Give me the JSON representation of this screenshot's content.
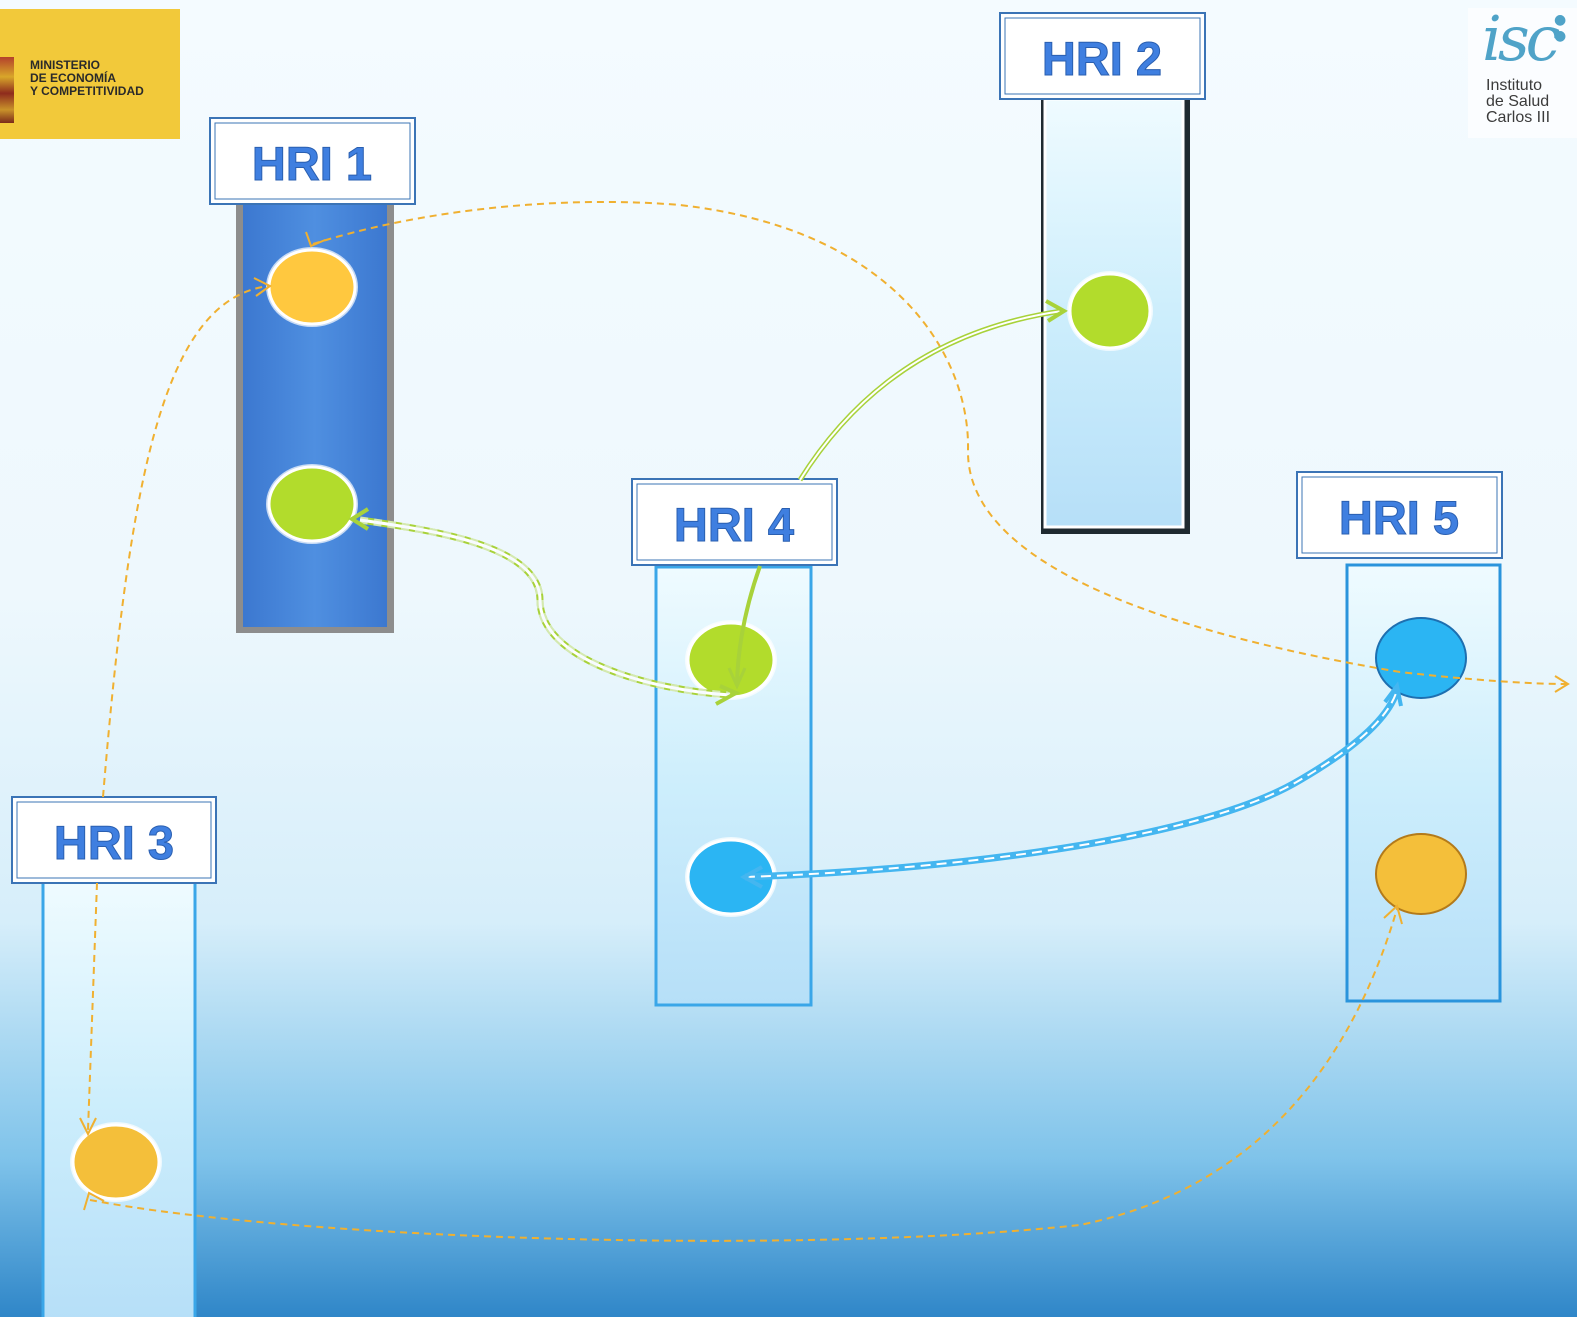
{
  "logos": {
    "left": {
      "lines": [
        "MINISTERIO",
        "DE ECONOMÍA",
        "Y COMPETITIVIDAD"
      ]
    },
    "right": {
      "mark": "isc",
      "lines": [
        "Instituto",
        "de Salud",
        "Carlos III"
      ]
    }
  },
  "nodes": [
    {
      "id": "hri1",
      "label": "HRI 1"
    },
    {
      "id": "hri2",
      "label": "HRI 2"
    },
    {
      "id": "hri3",
      "label": "HRI 3"
    },
    {
      "id": "hri4",
      "label": "HRI 4"
    },
    {
      "id": "hri5",
      "label": "HRI 5"
    }
  ],
  "colors": {
    "orange": "#f4bf3a",
    "green": "#b3dc2c",
    "blue": "#2bb5f3",
    "dark_column": "#4a86d8",
    "light_column": "#c8ecfb",
    "label_text": "#3f7fe0",
    "orange_line": "#f0b030",
    "green_line": "#a8d23a",
    "blue_line": "#44b6f0"
  }
}
